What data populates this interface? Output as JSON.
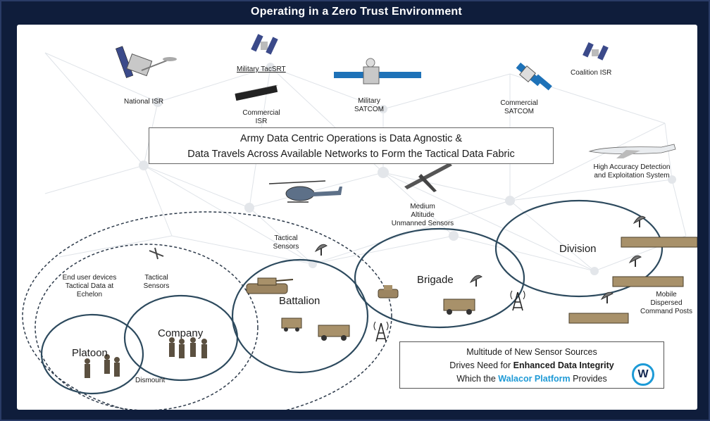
{
  "title": "Operating in a Zero Trust Environment",
  "colors": {
    "frame": "#0f1d3b",
    "panel": "#ffffff",
    "accent_blue": "#1e9ad6"
  },
  "assets": {
    "national_isr": "National ISR",
    "military_tacsrt": "Military TacSRT",
    "commercial_isr_line1": "Commercial",
    "commercial_isr_line2": "ISR",
    "military_satcom_line1": "Military",
    "military_satcom_line2": "SATCOM",
    "commercial_satcom_line1": "Commercial",
    "commercial_satcom_line2": "SATCOM",
    "coalition_isr": "Coalition ISR",
    "high_accuracy_line1": "High Accuracy Detection",
    "high_accuracy_line2": "and Exploitation System",
    "male_line1": "Medium",
    "male_line2": "Altitude",
    "male_line3": "Unmanned Sensors",
    "tactical_sensors_top_line1": "Tactical",
    "tactical_sensors_top_line2": "Sensors",
    "tactical_sensors_left_line1": "Tactical",
    "tactical_sensors_left_line2": "Sensors",
    "end_user_line1": "End user devices",
    "end_user_line2": "Tactical Data at",
    "end_user_line3": "Echelon",
    "dismount": "Dismount",
    "mobile_line1": "Mobile",
    "mobile_line2": "Dispersed",
    "mobile_line3": "Command Posts"
  },
  "callout_top": {
    "line1": "Army Data Centric Operations is Data Agnostic &",
    "line2": "Data Travels Across Available Networks to Form the Tactical Data Fabric"
  },
  "echelons": {
    "platoon": "Platoon",
    "company": "Company",
    "battalion": "Battalion",
    "brigade": "Brigade",
    "division": "Division"
  },
  "callout_bottom": {
    "line1": "Multitude of New Sensor Sources",
    "line2_prefix": "Drives Need for ",
    "line2_bold": "Enhanced Data Integrity",
    "line3_prefix": "Which the ",
    "line3_brand": "Walacor Platform",
    "line3_suffix": " Provides",
    "logo_letter": "W"
  },
  "icons": [
    "satellite-icon",
    "helicopter-icon",
    "drone-icon",
    "aircraft-icon",
    "tank-icon",
    "truck-icon",
    "radio-tower-icon",
    "antenna-dish-icon",
    "soldier-icon",
    "walacor-logo-icon"
  ]
}
